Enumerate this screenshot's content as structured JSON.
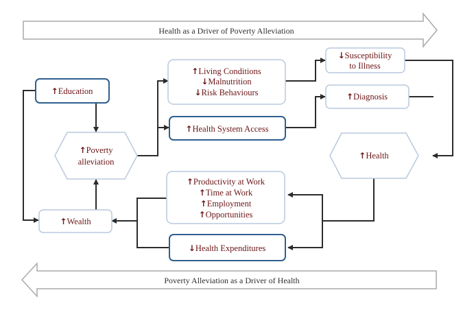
{
  "banners": {
    "top": "Health as a Driver of Poverty Alleviation",
    "bottom": "Poverty Alleviation as a Driver of Health"
  },
  "nodes": {
    "education": {
      "arrow": "↑",
      "text": "Education"
    },
    "poverty_alleviation": {
      "arrow": "↑",
      "line1": "Poverty",
      "line2": "alleviation"
    },
    "wealth": {
      "arrow": "↑",
      "text": "Wealth"
    },
    "living": [
      {
        "arrow": "↑",
        "text": "Living Conditions"
      },
      {
        "arrow": "↓",
        "text": "Malnutrition"
      },
      {
        "arrow": "↓",
        "text": "Risk Behaviours"
      }
    ],
    "health_system_access": {
      "arrow": "↑",
      "text": "Health System Access"
    },
    "susceptibility": {
      "arrow": "↓",
      "line1": "Susceptibility",
      "line2": "to Illness"
    },
    "diagnosis": {
      "arrow": "↑",
      "text": "Diagnosis"
    },
    "health": {
      "arrow": "↑",
      "text": "Health"
    },
    "productivity": [
      {
        "arrow": "↑",
        "text": "Productivity at Work"
      },
      {
        "arrow": "↑",
        "text": "Time at Work"
      },
      {
        "arrow": "↑",
        "text": "Employment"
      },
      {
        "arrow": "↑",
        "text": "Opportunities"
      }
    ],
    "health_expenditures": {
      "arrow": "↓",
      "text": "Health Expenditures"
    }
  },
  "colors": {
    "label_text": "#6b1416",
    "box_blue_border": "#2f5f8f",
    "box_light_border": "#b9c9dd",
    "connector": "#2b2b2b"
  }
}
